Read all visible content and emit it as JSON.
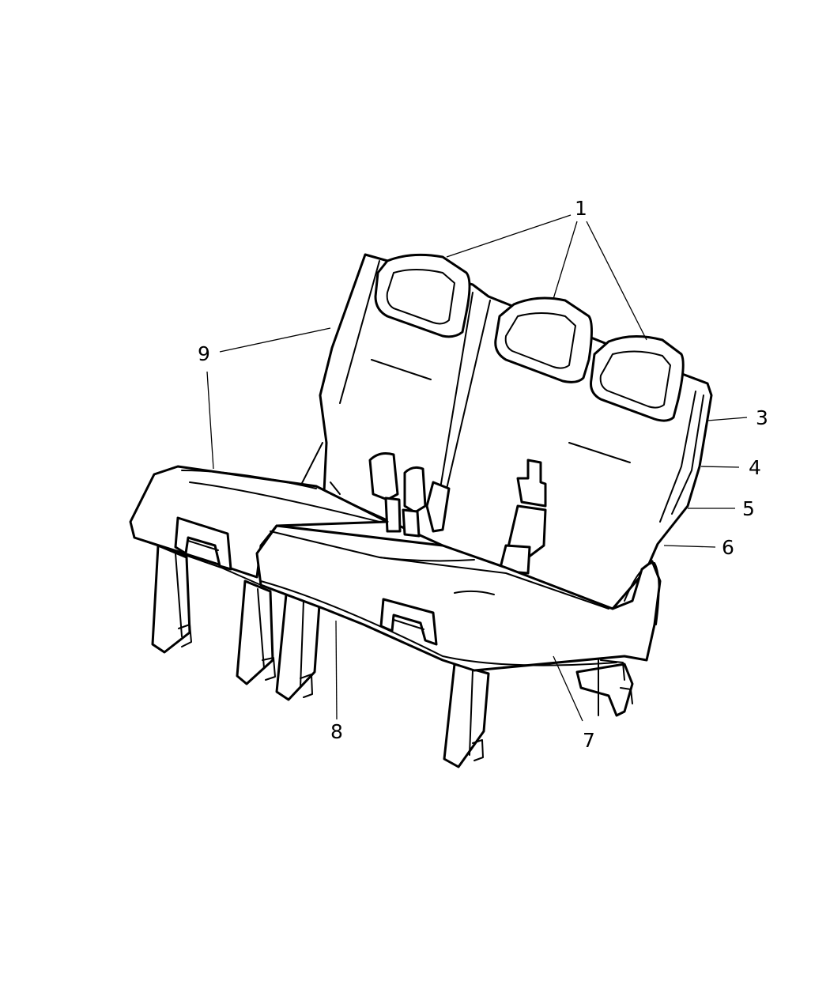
{
  "diagram": {
    "callouts": [
      {
        "id": "c1",
        "label": "1"
      },
      {
        "id": "c3",
        "label": "3"
      },
      {
        "id": "c4",
        "label": "4"
      },
      {
        "id": "c5",
        "label": "5"
      },
      {
        "id": "c6",
        "label": "6"
      },
      {
        "id": "c7",
        "label": "7"
      },
      {
        "id": "c8",
        "label": "8"
      },
      {
        "id": "c9",
        "label": "9"
      }
    ]
  }
}
